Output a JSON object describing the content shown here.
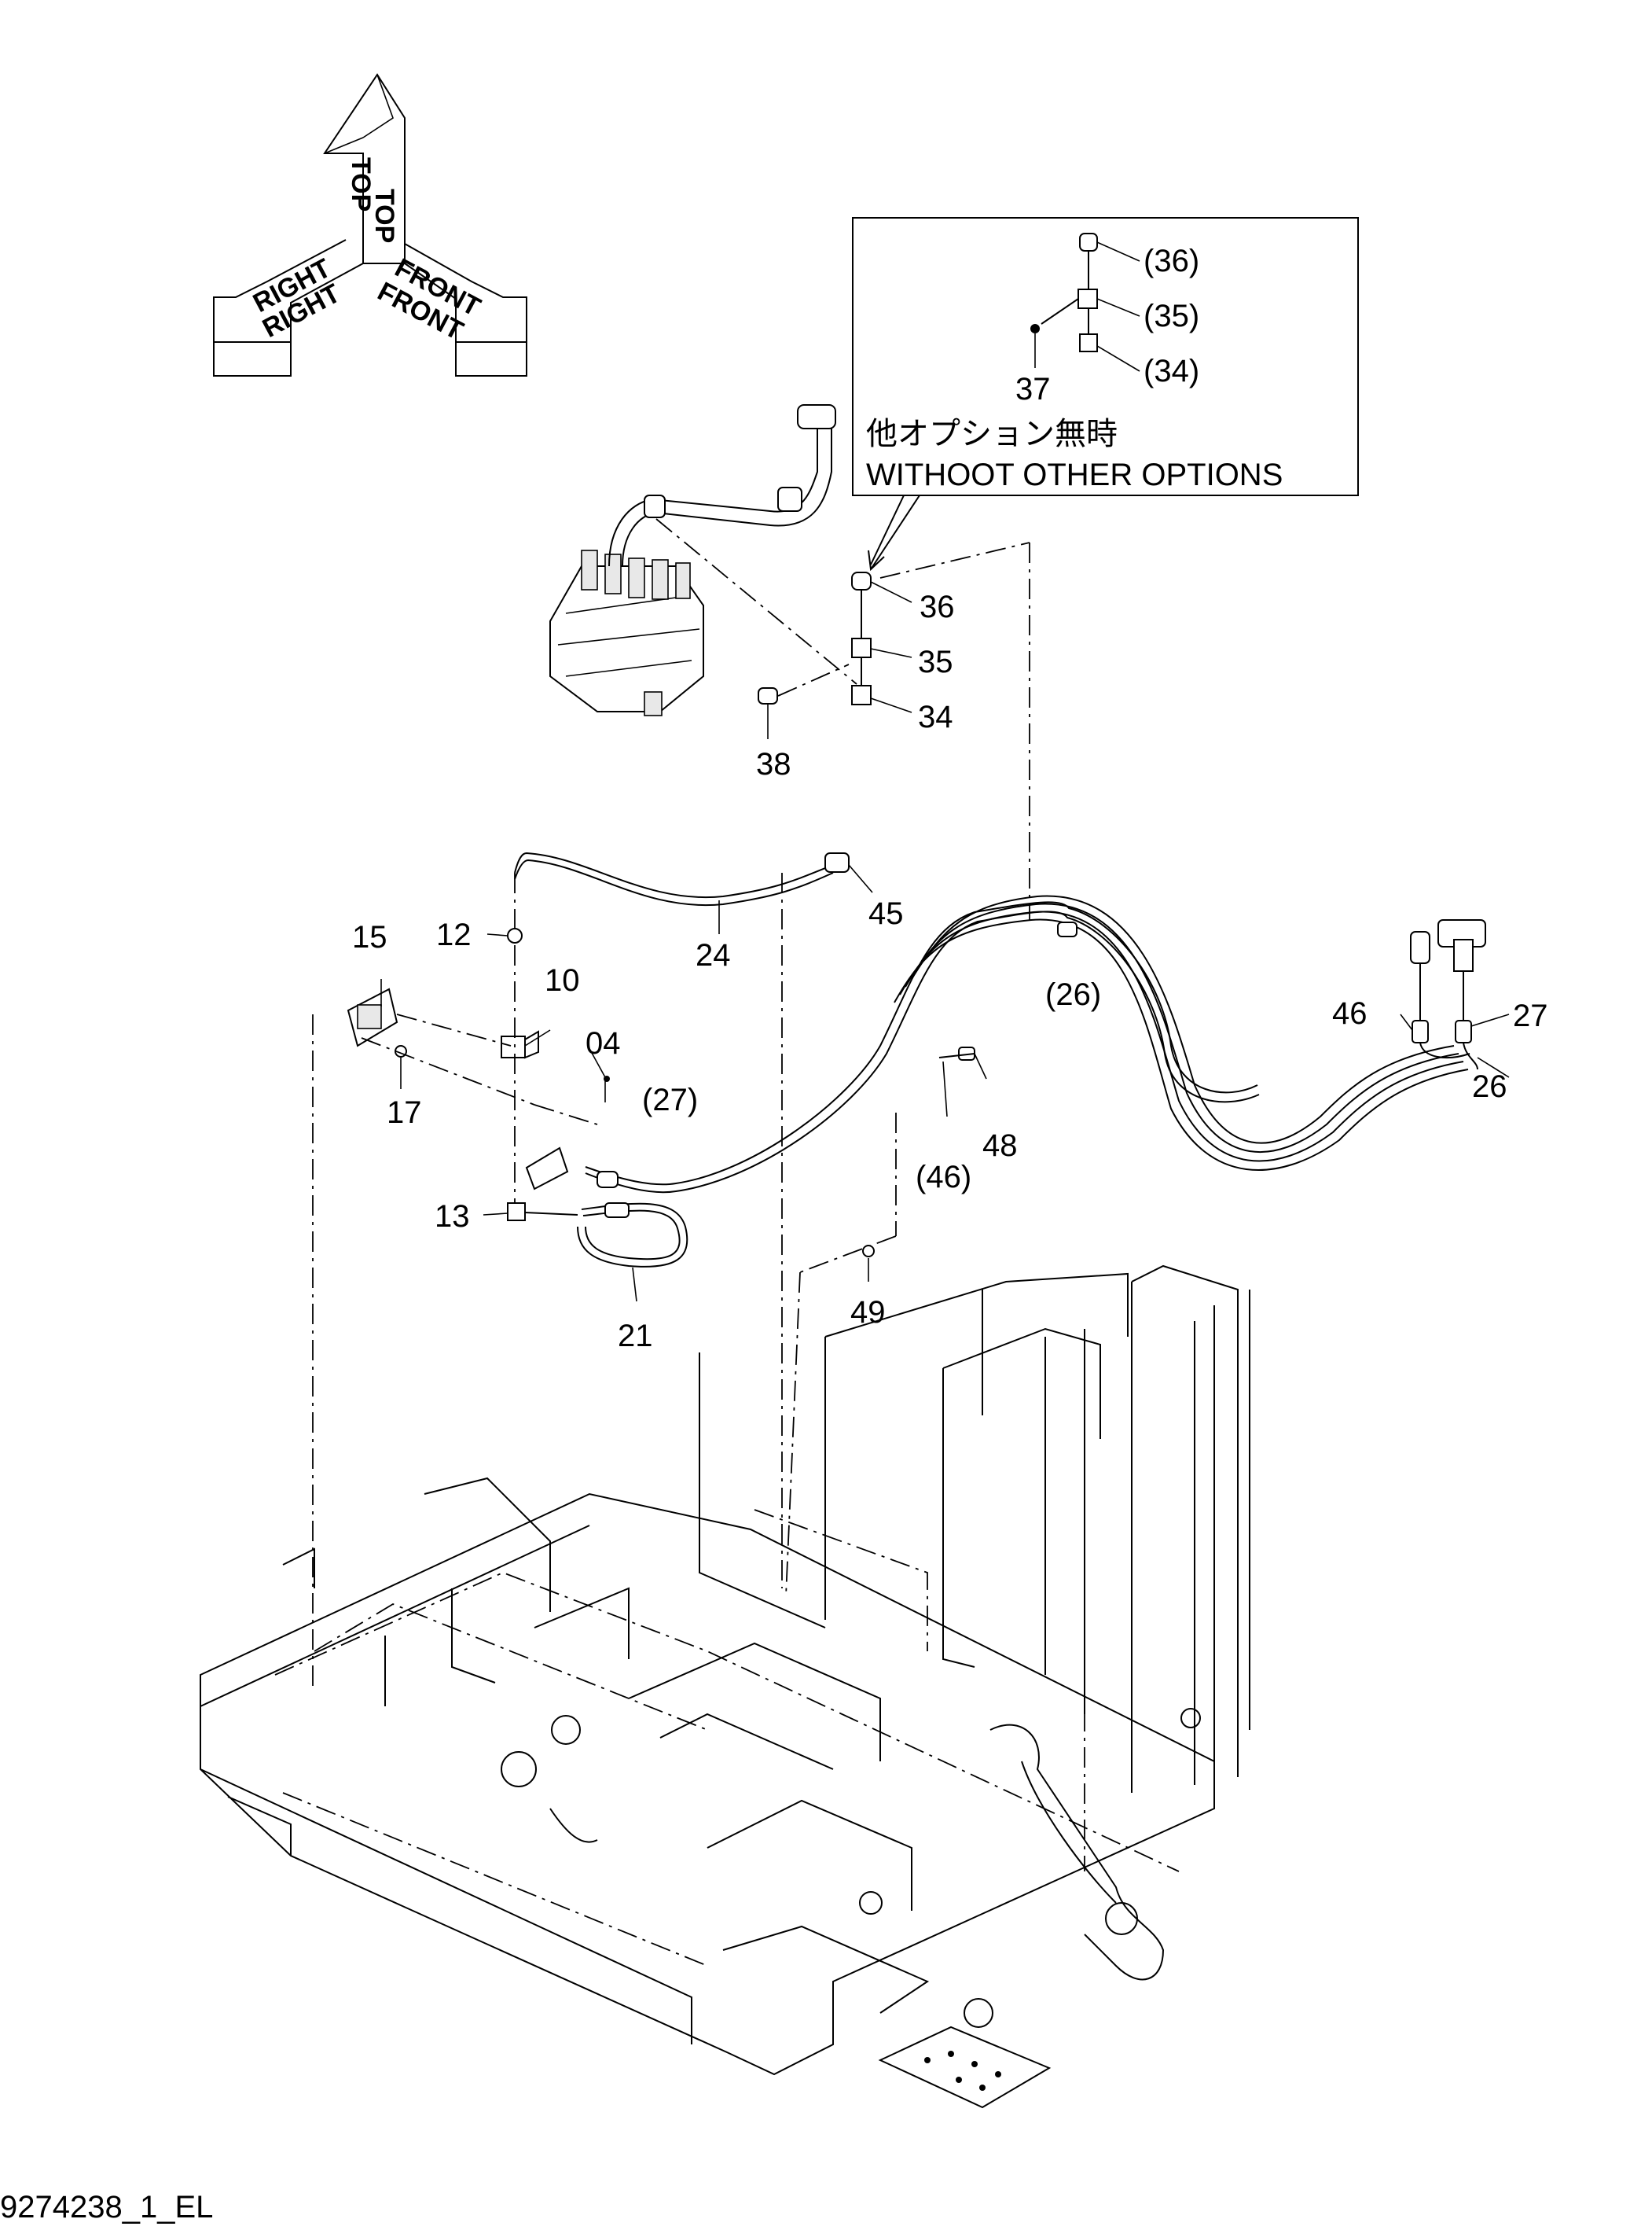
{
  "orientation_arrows": {
    "top": "TOP",
    "right": "RIGHT",
    "front": "FRONT"
  },
  "inset_note": {
    "japanese": "他オプション無時",
    "english": "WITHOOT OTHER OPTIONS"
  },
  "inset_callouts": [
    {
      "id": "i36",
      "label": "(36)"
    },
    {
      "id": "i35",
      "label": "(35)"
    },
    {
      "id": "i34",
      "label": "(34)"
    },
    {
      "id": "i37",
      "label": "37"
    }
  ],
  "callouts": [
    {
      "id": "c36",
      "label": "36"
    },
    {
      "id": "c35",
      "label": "35"
    },
    {
      "id": "c34",
      "label": "34"
    },
    {
      "id": "c38",
      "label": "38"
    },
    {
      "id": "c45",
      "label": "45"
    },
    {
      "id": "c12",
      "label": "12"
    },
    {
      "id": "c24",
      "label": "24"
    },
    {
      "id": "c15",
      "label": "15"
    },
    {
      "id": "c10",
      "label": "10"
    },
    {
      "id": "c04",
      "label": "04"
    },
    {
      "id": "c17",
      "label": "17"
    },
    {
      "id": "c27p",
      "label": "(27)"
    },
    {
      "id": "c26p",
      "label": "(26)"
    },
    {
      "id": "c46",
      "label": "46"
    },
    {
      "id": "c27",
      "label": "27"
    },
    {
      "id": "c26",
      "label": "26"
    },
    {
      "id": "c48",
      "label": "48"
    },
    {
      "id": "c46p",
      "label": "(46)"
    },
    {
      "id": "c13",
      "label": "13"
    },
    {
      "id": "c21",
      "label": "21"
    },
    {
      "id": "c49",
      "label": "49"
    }
  ],
  "drawing_number": "9274238_1_EL"
}
